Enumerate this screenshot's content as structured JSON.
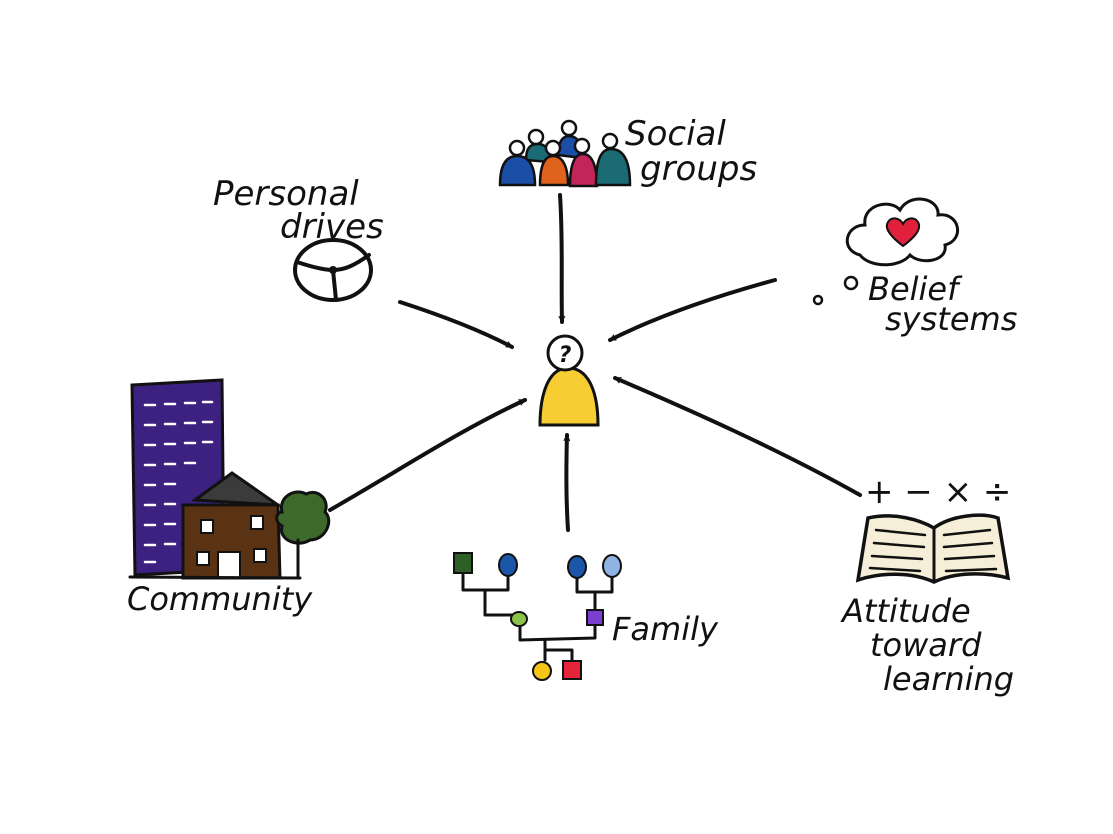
{
  "diagram": {
    "center": {
      "symbol": "?"
    },
    "factors": {
      "social_groups": {
        "line1": "Social",
        "line2": "groups"
      },
      "personal_drives": {
        "line1": "Personal",
        "line2": "drives"
      },
      "belief_systems": {
        "line1": "Belief",
        "line2": "systems"
      },
      "community": {
        "line1": "Community"
      },
      "family": {
        "line1": "Family"
      },
      "attitude_learning": {
        "line1": "Attitude",
        "line2": "toward",
        "line3": "learning",
        "math_symbols": "+ − × ÷"
      }
    },
    "colors": {
      "ink": "#111111",
      "person": "#f8cd33",
      "building": "#3d2180",
      "house": "#5a3214",
      "roof": "#3b3b3b",
      "tree": "#3d6a2b",
      "heart": "#e2203b",
      "book": "#f6eed9",
      "group_blue": "#1b4fa7",
      "group_teal": "#1a6b73",
      "group_orange": "#e0631d",
      "group_pink": "#c2255a",
      "fam_green": "#2e5f26",
      "fam_blue": "#1c56a8",
      "fam_lightblue": "#8fb4e3",
      "fam_lime": "#8bc34a",
      "fam_purple": "#7b3fd0",
      "fam_yellow": "#f5c518",
      "fam_red": "#e3243a"
    }
  }
}
